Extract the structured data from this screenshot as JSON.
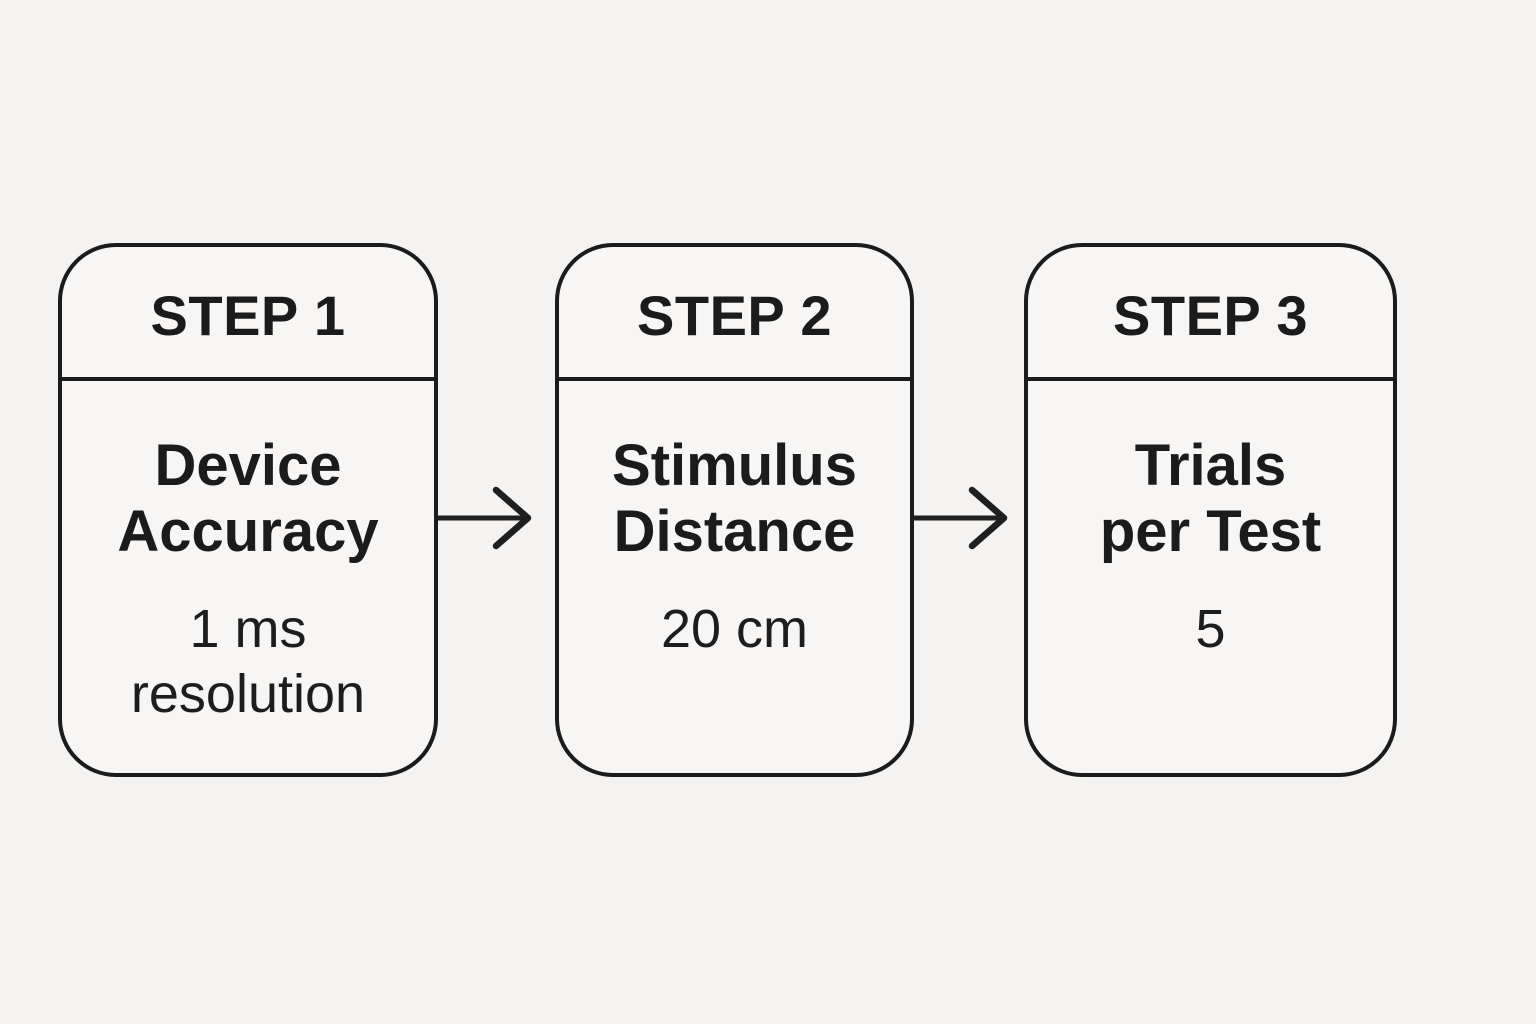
{
  "page": {
    "background_color": "#f4f3f1",
    "card_fill_color": "#f7f6f4",
    "ink_color": "#1b1b1b"
  },
  "diagram": {
    "steps": [
      {
        "label": "STEP 1",
        "title_line1": "Device",
        "title_line2": "Accuracy",
        "value_line1": "1 ms",
        "value_line2": "resolution"
      },
      {
        "label": "STEP 2",
        "title_line1": "Stimulus",
        "title_line2": "Distance",
        "value_line1": "20 cm",
        "value_line2": ""
      },
      {
        "label": "STEP 3",
        "title_line1": "Trials",
        "title_line2": "per Test",
        "value_line1": "5",
        "value_line2": ""
      }
    ],
    "connectors": [
      {
        "icon": "arrow-right"
      },
      {
        "icon": "arrow-right"
      }
    ]
  }
}
